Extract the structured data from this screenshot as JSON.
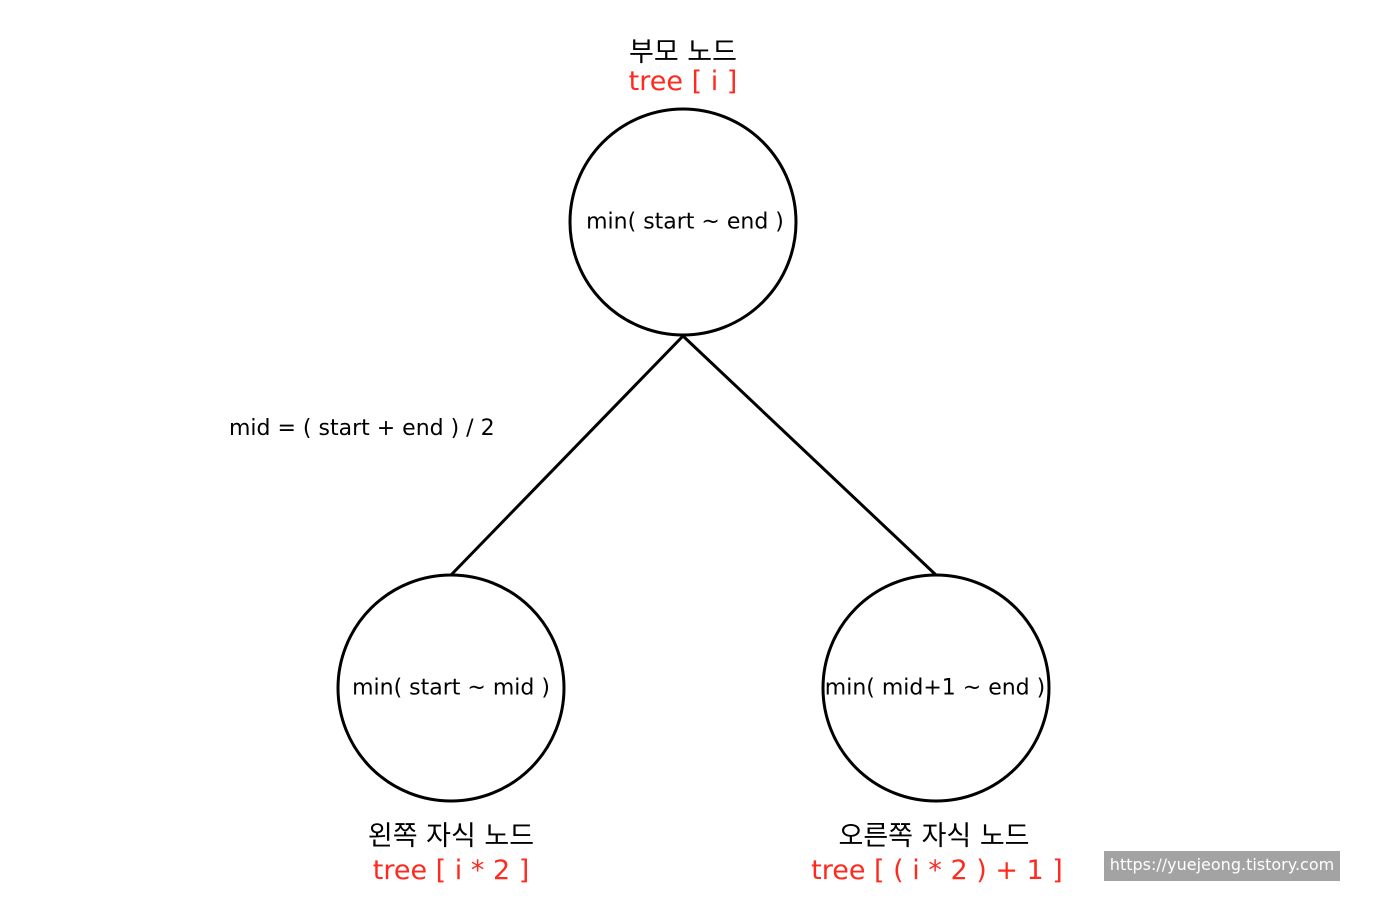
{
  "colors": {
    "index_text": "#ff2a1f",
    "line": "#000000",
    "node_fill": "#ffffff"
  },
  "parent": {
    "title": "부모 노드",
    "index": "tree [ i ]",
    "content": "min( start ~ end )"
  },
  "left_child": {
    "title": "왼쪽 자식 노드",
    "index": "tree [ i * 2 ]",
    "content": "min( start ~ mid )"
  },
  "right_child": {
    "title": "오른쪽 자식 노드",
    "index": "tree [ ( i * 2 ) + 1 ]",
    "content": "min( mid+1 ~ end )"
  },
  "formula": "mid = ( start + end ) / 2",
  "watermark": "https://yuejeong.tistory.com"
}
